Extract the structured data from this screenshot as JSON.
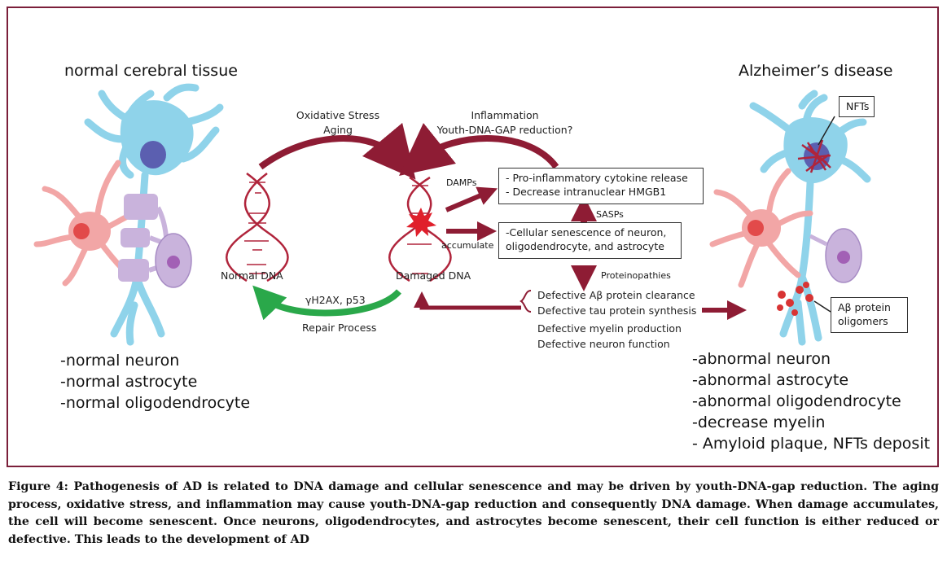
{
  "headers": {
    "left": "normal cerebral tissue",
    "right": "Alzheimer’s disease"
  },
  "top_left_cause": [
    "Oxidative Stress",
    "Aging"
  ],
  "top_right_cause": [
    "Inflammation",
    "Youth-DNA-GAP reduction?"
  ],
  "dna": {
    "normal": "Normal DNA",
    "damaged": "Damaged DNA"
  },
  "repair": {
    "markers": "γH2AX, p53",
    "process": "Repair Process"
  },
  "arrow_labels": {
    "damps": "DAMPs",
    "accumulate": "accumulate",
    "sasps": "SASPs",
    "proteinopathies": "Proteinopathies"
  },
  "boxes": {
    "inflammatory": [
      "-   Pro-inflammatory cytokine release",
      "-   Decrease intranuclear HMGB1"
    ],
    "senescence": [
      "-Cellular senescence of neuron,",
      "oligodendrocyte, and astrocyte"
    ],
    "nfts": "NFTs",
    "abeta": [
      "Aβ protein",
      "oligomers"
    ]
  },
  "defects": [
    "Defective Aβ protein clearance",
    "Defective tau protein synthesis",
    "Defective myelin production",
    "Defective neuron function"
  ],
  "left_list": [
    "-normal neuron",
    "-normal astrocyte",
    "-normal oligodendrocyte"
  ],
  "right_list": [
    "-abnormal neuron",
    "-abnormal astrocyte",
    "-abnormal oligodendrocyte",
    "-decrease myelin",
    "- Amyloid plaque, NFTs deposit"
  ],
  "caption": "Figure 4: Pathogenesis of AD is related to DNA damage and cellular senescence and may be driven by youth-DNA-gap reduction. The aging process, oxidative stress, and inflammation may cause youth-DNA-gap reduction and consequently DNA damage. When damage accumulates, the cell will become senescent. Once neurons, oligodendrocytes, and astrocytes become senescent, their cell function is either reduced or defective. This leads to the development of AD",
  "colors": {
    "frame": "#7b1f3a",
    "arrow_red": "#8e1c34",
    "arrow_green": "#2aa84a",
    "neuron": "#8fd3ea",
    "astrocyte": "#f2a6a6",
    "oligo": "#c9b3dc",
    "nucleus_neuron": "#5b5fb0",
    "nucleus_astro": "#e24a4a"
  }
}
